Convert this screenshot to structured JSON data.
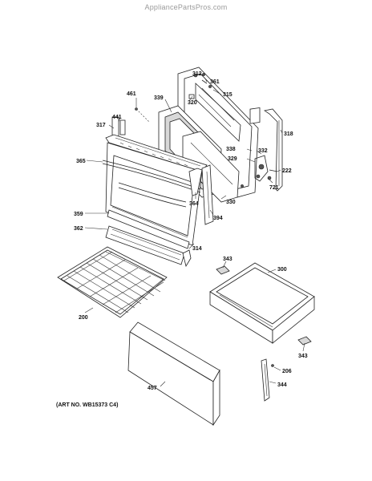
{
  "watermark": "AppliancePartsPros.com",
  "art_number": "(ART NO. WB15373 C4)",
  "callouts": {
    "p312": "312",
    "p361": "361",
    "p315": "315",
    "p461": "461",
    "p339": "339",
    "p320": "320",
    "p441": "441",
    "p317": "317",
    "p318": "318",
    "p338": "338",
    "p332": "332",
    "p329": "329",
    "p222": "222",
    "p365": "365",
    "p721": "721",
    "p364": "364",
    "p330": "330",
    "p394": "394",
    "p359": "359",
    "p362": "362",
    "p314": "314",
    "p343a": "343",
    "p300": "300",
    "p200": "200",
    "p343b": "343",
    "p206": "206",
    "p457": "457",
    "p344": "344"
  }
}
